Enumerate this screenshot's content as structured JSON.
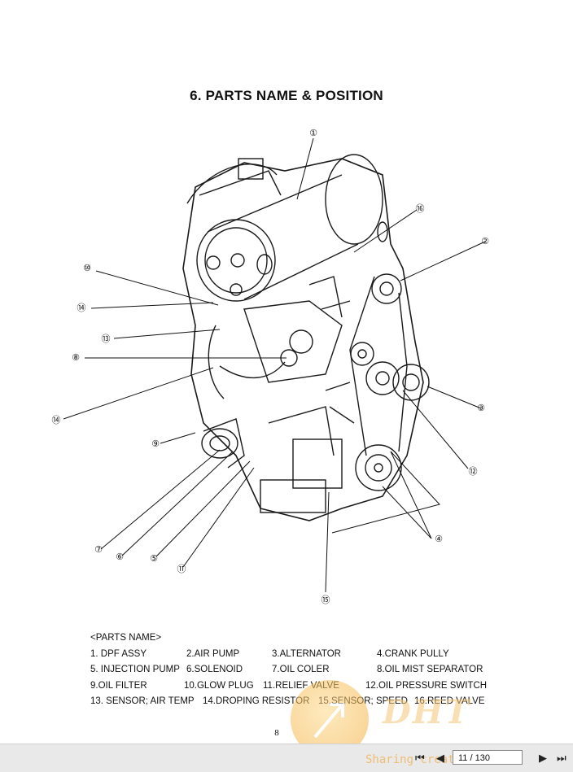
{
  "title": "6. PARTS NAME & POSITION",
  "callouts": [
    "①",
    "②",
    "③",
    "④",
    "⑤",
    "⑥",
    "⑦",
    "⑧",
    "⑨",
    "⑩",
    "⑪",
    "⑫",
    "⑬",
    "⑭",
    "⑭",
    "⑮",
    "⑯"
  ],
  "parts_header": "<PARTS NAME>",
  "parts": [
    [
      "1. DPF ASSY",
      "2.AIR PUMP",
      "3.ALTERNATOR",
      "4.CRANK PULLY"
    ],
    [
      "5. INJECTION PUMP",
      "6.SOLENOID",
      "7.OIL COLER",
      "8.OIL MIST SEPARATOR"
    ],
    [
      "9.OIL FILTER",
      "10.GLOW PLUG",
      "11.RELIEF VALVE",
      "12.OIL PRESSURE SWITCH"
    ],
    [
      "13. SENSOR; AIR TEMP",
      "14.DROPING RESISTOR",
      "15.SENSOR; SPEED",
      "16.REED VALVE"
    ]
  ],
  "page_number": "8",
  "viewer": {
    "page_indicator": "11 / 130",
    "first_icon": "first-page-icon",
    "prev_icon": "prev-page-icon",
    "next_icon": "next-page-icon",
    "last_icon": "last-page-icon"
  },
  "watermark": {
    "logo": "DHT",
    "tagline": "Sharing creates success"
  }
}
